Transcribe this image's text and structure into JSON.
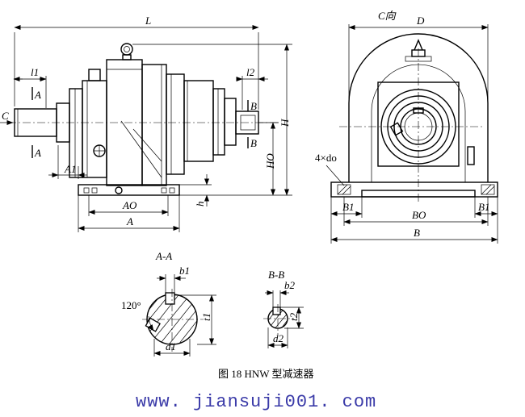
{
  "labels": {
    "L": "L",
    "C": "C",
    "l1": "l1",
    "l2": "l2",
    "A_sec": "A",
    "B_sec": "B",
    "H": "H",
    "Ho": "HO",
    "h": "h",
    "A1": "A1",
    "Ao": "AO",
    "A": "A",
    "C_dir": "C向",
    "D": "D",
    "holes": "4×do",
    "B1_left": "B1",
    "Bo": "BO",
    "B1_right": "B1",
    "B": "B"
  },
  "section_aa": {
    "title": "A-A",
    "b1": "b1",
    "angle": "120°",
    "t1": "t1",
    "d1": "d1"
  },
  "section_bb": {
    "title": "B-B",
    "b2": "b2",
    "t2": "t2",
    "d2": "d2"
  },
  "caption": "图 18 HNW 型减速器",
  "watermark": "www. jiansuji001. com"
}
